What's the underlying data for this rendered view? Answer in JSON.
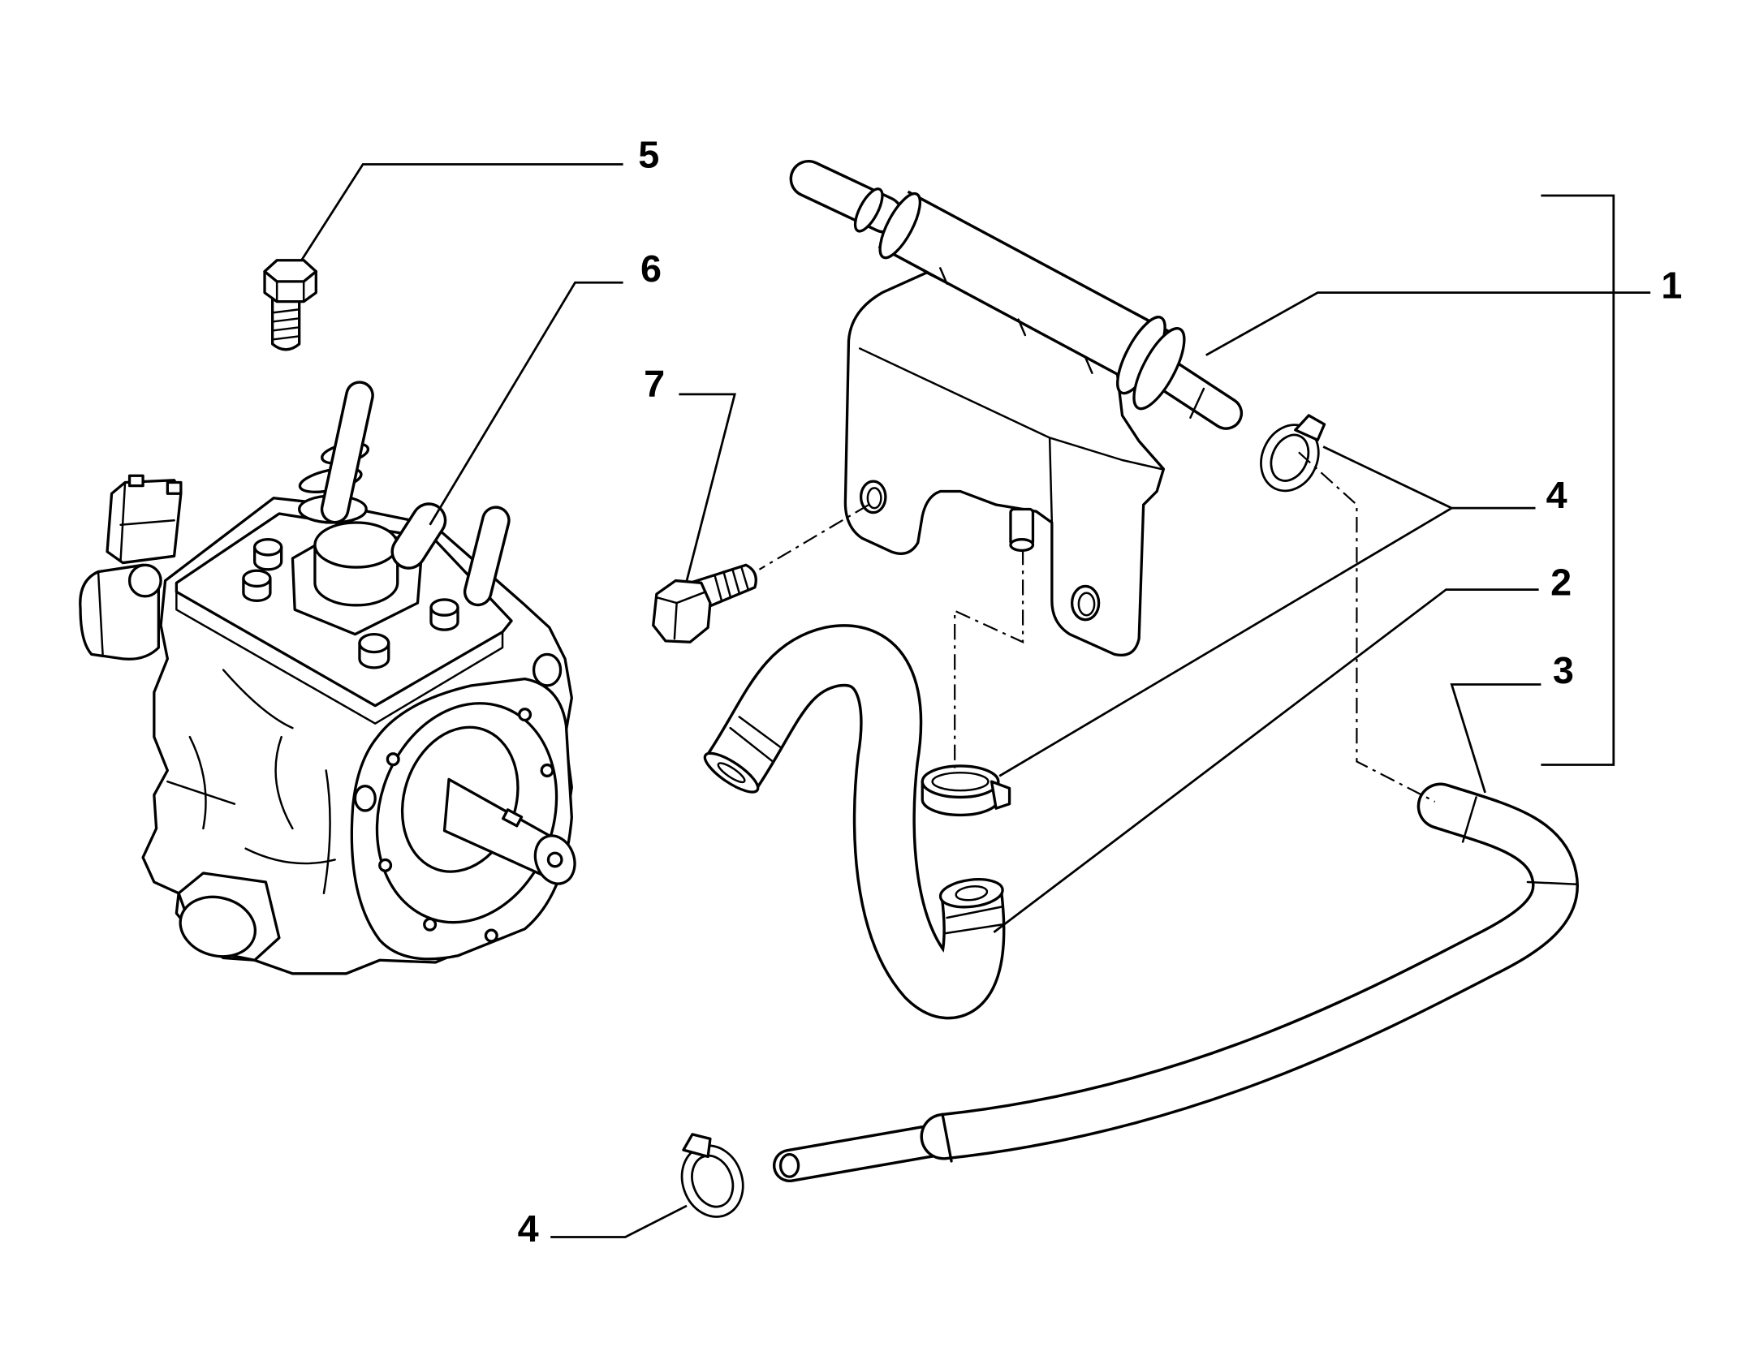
{
  "colors": {
    "line": "#000000",
    "background": "#ffffff"
  },
  "callouts": [
    {
      "label": "5"
    },
    {
      "label": "6"
    },
    {
      "label": "7"
    },
    {
      "label": "1"
    },
    {
      "label": "4"
    },
    {
      "label": "2"
    },
    {
      "label": "3"
    },
    {
      "label": "4"
    }
  ]
}
